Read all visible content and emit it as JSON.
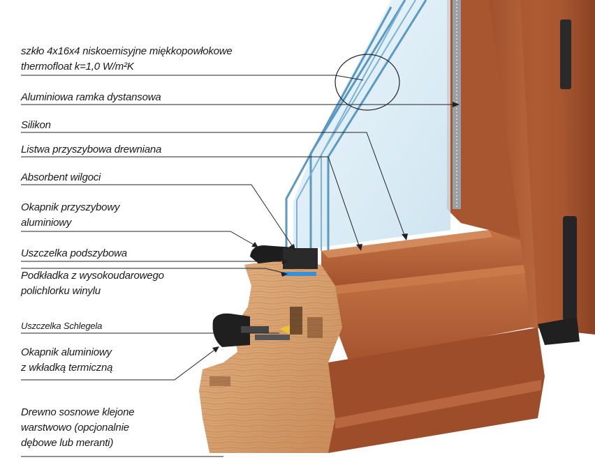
{
  "labels": {
    "glass_line1": "szkło 4x16x4 niskoemisyjne miękkopowłokowe",
    "glass_line2": "thermofloat k=1,0 W/m²K",
    "spacer": "Aluminiowa ramka dystansowa",
    "silicone": "Silikon",
    "wood_bead": "Listwa przyszybowa drewniana",
    "absorbent": "Absorbent wilgoci",
    "drip_line1": "Okapnik przyszybowy",
    "drip_line2": "aluminiowy",
    "gasket": "Uszczelka podszybowa",
    "pad_line1": "Podkładka z wysokoudarowego",
    "pad_line2": "polichlorku winylu",
    "schlegel": "Uszczelka Schlegela",
    "alu_drip_line1": "Okapnik aluminiowy",
    "alu_drip_line2": "z wkładką termiczną",
    "pine_line1": "Drewno sosnowe klejone",
    "pine_line2": "warstwowo (opcjonalnie",
    "pine_line3": "dębowe lub meranti)"
  },
  "colors": {
    "frame_face": "#b4623a",
    "frame_dark": "#8e4626",
    "wood_light": "#d9a070",
    "glass": "#cfe6f2",
    "glass_edge": "#6aa3cc",
    "gasket": "#1e1e1e",
    "pad": "#3a8fd6",
    "schlegel_arrow": "#e8c23a"
  }
}
